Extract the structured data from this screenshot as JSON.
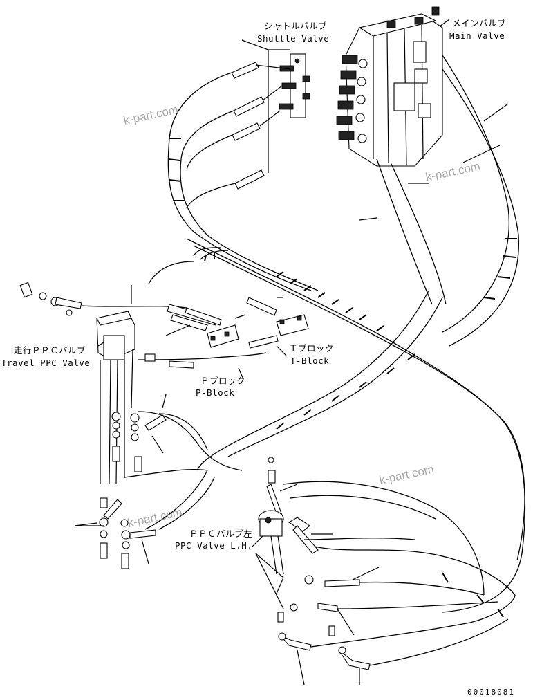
{
  "labels": {
    "shuttle_valve_jp": "シャトルバルブ",
    "shuttle_valve_en": "Shuttle Valve",
    "main_valve_jp": "メインバルブ",
    "main_valve_en": "Main Valve",
    "travel_ppc_jp": "走行ＰＰＣバルブ",
    "travel_ppc_en": "Travel PPC Valve",
    "t_block_jp": "Ｔブロック",
    "t_block_en": "T-Block",
    "p_block_jp": "Ｐブロック",
    "p_block_en": "P-Block",
    "ppc_left_jp": "ＰＰＣバルブ左",
    "ppc_left_en": "PPC Valve L.H."
  },
  "watermarks": [
    "k-part.com",
    "k-part.com",
    "k-part.com",
    "k-part.com"
  ],
  "drawing_code": "00018081"
}
